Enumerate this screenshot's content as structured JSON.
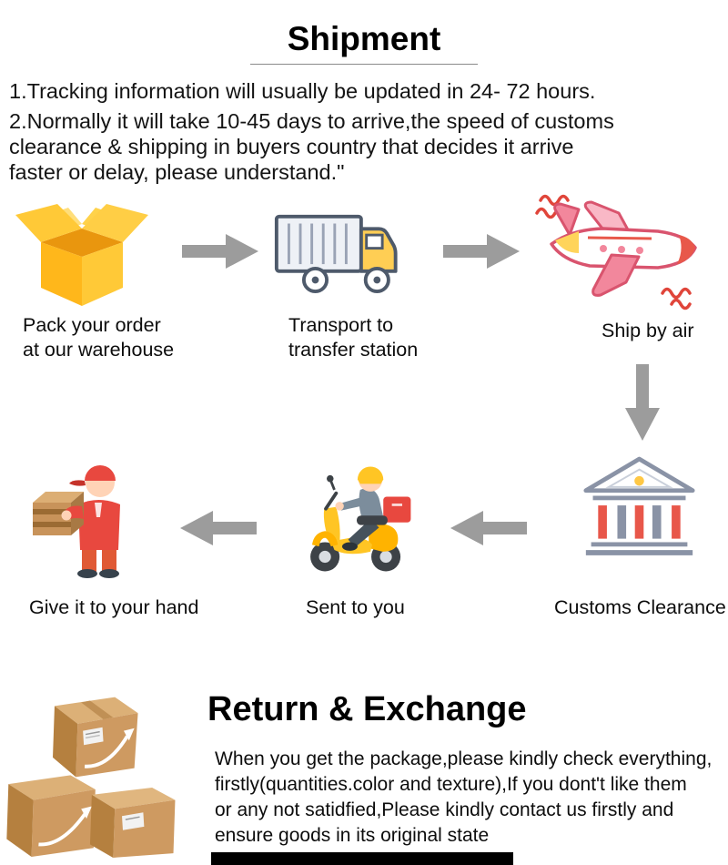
{
  "header": {
    "title": "Shipment"
  },
  "notes": [
    "1.Tracking information will usually be updated in 24- 72 hours.",
    "2.Normally it will take 10-45 days to arrive,the speed of customs\nclearance & shipping in buyers country that decides it arrive\nfaster or delay, please understand.\""
  ],
  "steps": [
    {
      "id": "pack",
      "icon": "open-box-icon",
      "label": "Pack your order\nat our warehouse"
    },
    {
      "id": "transport",
      "icon": "truck-icon",
      "label": "Transport to\ntransfer station"
    },
    {
      "id": "ship-air",
      "icon": "airplane-icon",
      "label": "Ship by air"
    },
    {
      "id": "customs",
      "icon": "customs-building-icon",
      "label": "Customs Clearance"
    },
    {
      "id": "sent",
      "icon": "delivery-scooter-icon",
      "label": "Sent to you"
    },
    {
      "id": "hand",
      "icon": "delivery-man-icon",
      "label": "Give it to your hand"
    }
  ],
  "flow_arrows": [
    "arrow-right",
    "arrow-right",
    "arrow-down",
    "arrow-left",
    "arrow-left"
  ],
  "return_section": {
    "title": "Return & Exchange",
    "body": "When you get the package,please kindly check everything,\nfirstly(quantities.color and texture),If you dont't like them\nor any not satidfied,Please kindly contact us firstly and\n ensure goods in its original state"
  },
  "colors": {
    "box_yellow": "#FFC337",
    "arrow_gray": "#9C9C9C",
    "plane_pink": "#F2879C",
    "accent_red": "#E8483F",
    "carton_brown": "#C8935A",
    "building_gray": "#8A93A6"
  }
}
